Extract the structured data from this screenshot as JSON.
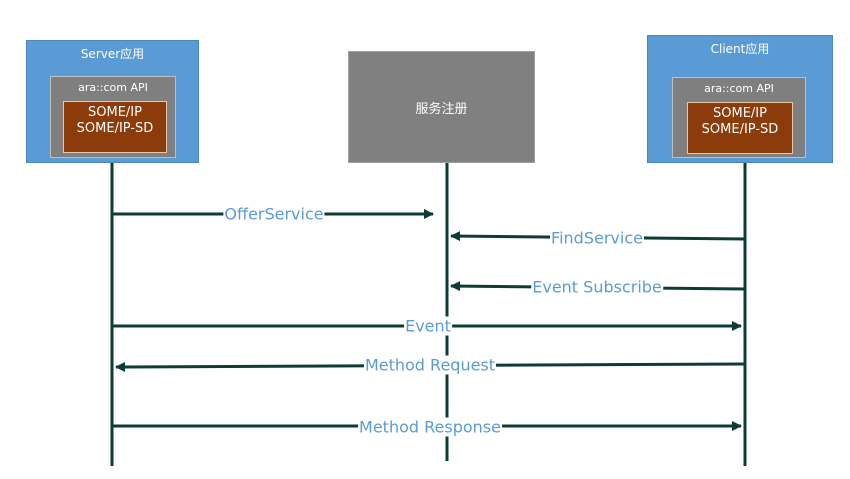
{
  "server": {
    "title": "Server应用",
    "api_label": "ara::com API",
    "protocol_line1": "SOME/IP",
    "protocol_line2": "SOME/IP-SD"
  },
  "registry": {
    "title": "服务注册"
  },
  "client": {
    "title": "Client应用",
    "api_label": "ara::com API",
    "protocol_line1": "SOME/IP",
    "protocol_line2": "SOME/IP-SD"
  },
  "messages": [
    {
      "label": "OfferService",
      "from": "server",
      "to": "registry"
    },
    {
      "label": "FindService",
      "from": "client",
      "to": "registry"
    },
    {
      "label": "Event Subscribe",
      "from": "client",
      "to": "registry"
    },
    {
      "label": "Event",
      "from": "server",
      "to": "client"
    },
    {
      "label": "Method Request",
      "from": "client",
      "to": "server"
    },
    {
      "label": "Method Response",
      "from": "server",
      "to": "client"
    }
  ],
  "colors": {
    "node_blue": "#5b9bd5",
    "api_gray": "#7f7f7f",
    "protocol_brown": "#8c3b0a",
    "registry_gray": "#808080",
    "lifeline": "#0d3b35",
    "label_text": "#5b9bd5"
  }
}
